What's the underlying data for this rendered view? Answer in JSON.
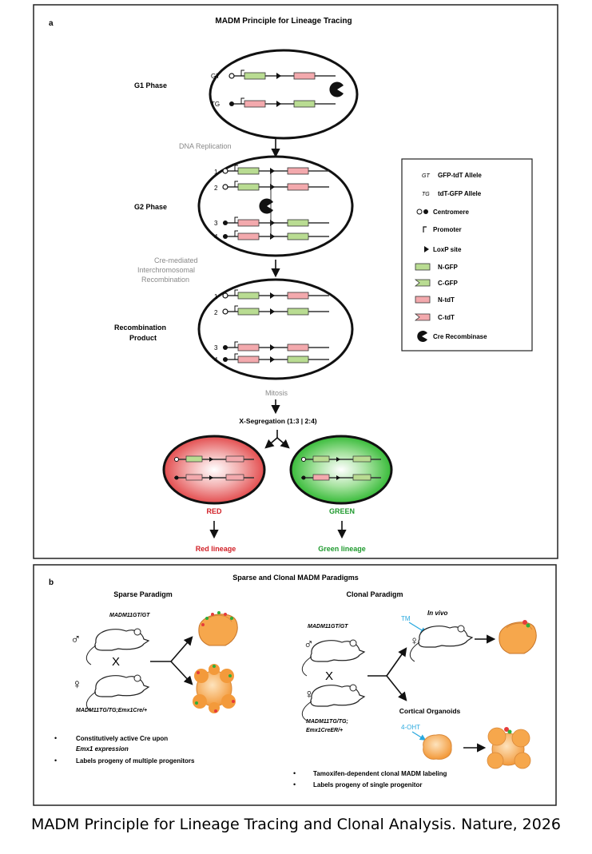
{
  "panel_a": {
    "letter": "a",
    "title": "MADM Principle for Lineage Tracing",
    "phases": {
      "g1": "G1 Phase",
      "g2": "G2 Phase",
      "product_l1": "Recombination",
      "product_l2": "Product"
    },
    "chrom_labels": {
      "gt": "GT",
      "tg": "TG",
      "n1": "1",
      "n2": "2",
      "n3": "3",
      "n4": "4"
    },
    "steps": {
      "replication": "DNA Replication",
      "cre_l1": "Cre-mediated",
      "cre_l2": "Interchromosomal",
      "cre_l3": "Recombination",
      "mitosis": "Mitosis",
      "segregation": "X-Segregation (1:3 | 2:4)"
    },
    "outcomes": {
      "red": "RED",
      "green": "GREEN",
      "red_lineage": "Red lineage",
      "green_lineage": "Green lineage"
    },
    "legend": {
      "gt_sym": "GT",
      "gt_label": "GFP-tdT Allele",
      "tg_sym": "TG",
      "tg_label": "tdT-GFP Allele",
      "centromere": "Centromere",
      "promoter": "Promoter",
      "loxp": "LoxP site",
      "ngfp": "N-GFP",
      "cgfp": "C-GFP",
      "ntdt": "N-tdT",
      "ctdt": "C-tdT",
      "cre": "Cre Recombinase"
    }
  },
  "panel_b": {
    "letter": "b",
    "title": "Sparse and Clonal MADM Paradigms",
    "sparse": {
      "heading": "Sparse Paradigm",
      "male": "MADM11GT/GT",
      "cross": "X",
      "female": "MADM11TG/TG;Emx1Cre/+",
      "bullet1_l1": "Constitutively active Cre upon",
      "bullet1_l2": "Emx1 expression",
      "bullet2": "Labels progeny of multiple progenitors"
    },
    "clonal": {
      "heading": "Clonal Paradigm",
      "male": "MADM11GT/GT",
      "cross": "X",
      "female_l1": "MADM11TG/TG;",
      "female_l2": "Emx1CreER/+",
      "tm": "TM",
      "in_vivo": "In vivo",
      "organoids": "Cortical Organoids",
      "ohit": "4-OHT",
      "bullet1": "Tamoxifen-dependent clonal MADM labeling",
      "bullet2": "Labels progeny of single progenitor"
    }
  },
  "caption": "MADM Principle for Lineage Tracing and Clonal Analysis. Nature, 2026",
  "colors": {
    "gfp_fill": "#b9dc92",
    "tdt_fill": "#f3a9ad",
    "red_cell": "#e0393b",
    "green_cell": "#21b324",
    "red_text": "#d11f26",
    "green_text": "#1f9a2e",
    "blue_text": "#29a9df",
    "tissue": "#f6a74c"
  }
}
